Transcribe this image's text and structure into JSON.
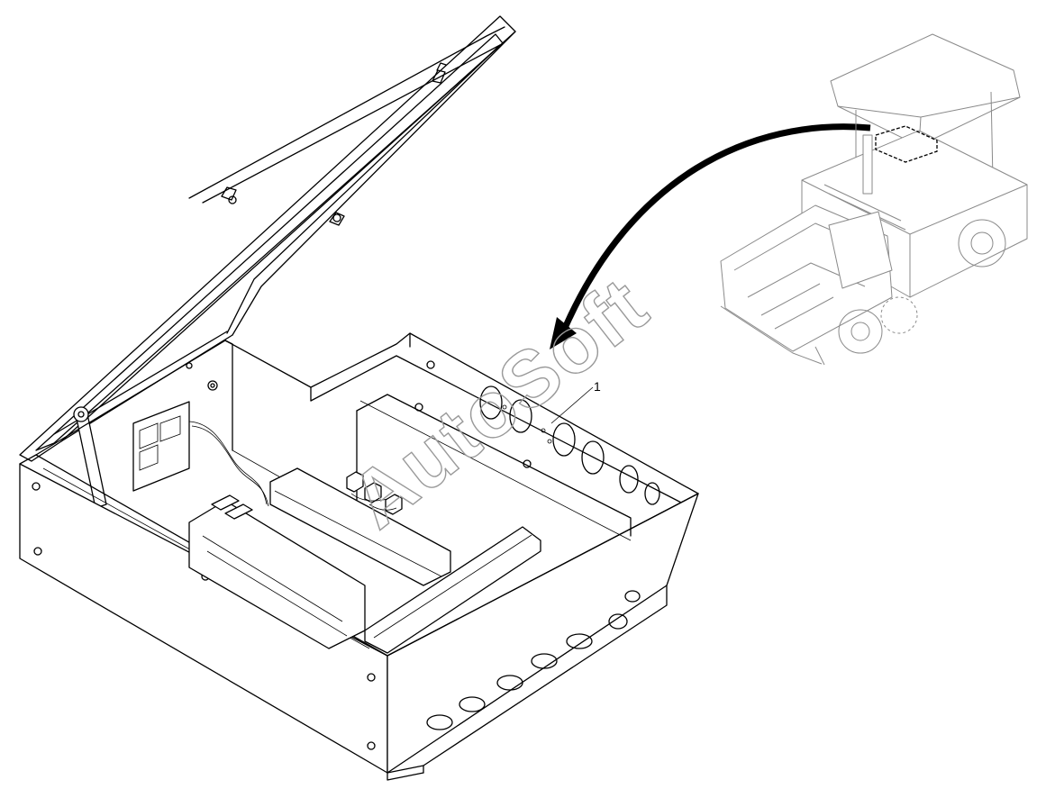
{
  "callouts": [
    {
      "id": "1",
      "text": "1"
    }
  ],
  "watermark": {
    "text": "AutoSoft"
  },
  "colors": {
    "line": "#000000",
    "paver": "#8a8a8a",
    "watermark": "#9a9a9a"
  }
}
